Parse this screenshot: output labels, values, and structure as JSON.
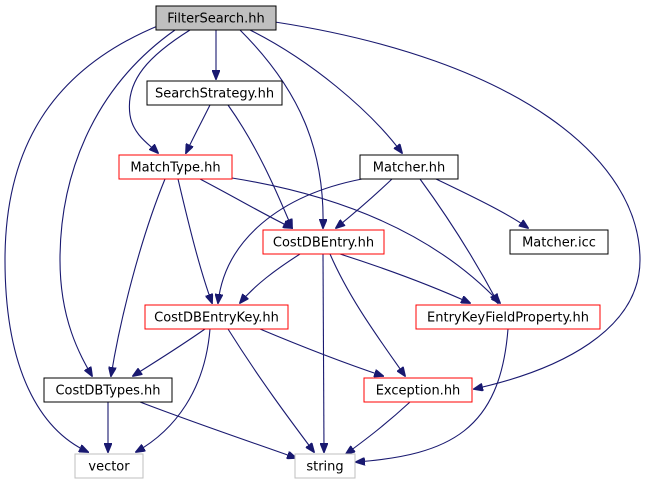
{
  "diagram": {
    "colors": {
      "edge": "#191970",
      "border_normal": "#000000",
      "border_red": "#ff0000",
      "border_gray": "#bfbfbf",
      "fill_root": "#bfbfbf",
      "fill_normal": "#ffffff"
    },
    "nodes": [
      {
        "id": "filtersearch",
        "label": "FilterSearch.hh",
        "style": "root"
      },
      {
        "id": "searchstrategy",
        "label": "SearchStrategy.hh",
        "style": "normal"
      },
      {
        "id": "matchtype",
        "label": "MatchType.hh",
        "style": "red"
      },
      {
        "id": "matcher",
        "label": "Matcher.hh",
        "style": "normal"
      },
      {
        "id": "costdbentry",
        "label": "CostDBEntry.hh",
        "style": "red"
      },
      {
        "id": "matchericc",
        "label": "Matcher.icc",
        "style": "normal"
      },
      {
        "id": "costdbentrykey",
        "label": "CostDBEntryKey.hh",
        "style": "red"
      },
      {
        "id": "entrykeyfieldproperty",
        "label": "EntryKeyFieldProperty.hh",
        "style": "red"
      },
      {
        "id": "costdbtypes",
        "label": "CostDBTypes.hh",
        "style": "normal"
      },
      {
        "id": "exception",
        "label": "Exception.hh",
        "style": "red"
      },
      {
        "id": "vector",
        "label": "vector",
        "style": "gray"
      },
      {
        "id": "string",
        "label": "string",
        "style": "gray"
      }
    ],
    "edges": [
      {
        "from": "filtersearch",
        "to": "searchstrategy"
      },
      {
        "from": "filtersearch",
        "to": "matchtype"
      },
      {
        "from": "filtersearch",
        "to": "matcher"
      },
      {
        "from": "filtersearch",
        "to": "costdbentry"
      },
      {
        "from": "filtersearch",
        "to": "costdbtypes"
      },
      {
        "from": "filtersearch",
        "to": "exception"
      },
      {
        "from": "filtersearch",
        "to": "vector"
      },
      {
        "from": "searchstrategy",
        "to": "matchtype"
      },
      {
        "from": "searchstrategy",
        "to": "costdbentry"
      },
      {
        "from": "matchtype",
        "to": "costdbentry"
      },
      {
        "from": "matchtype",
        "to": "costdbentrykey"
      },
      {
        "from": "matchtype",
        "to": "entrykeyfieldproperty"
      },
      {
        "from": "matchtype",
        "to": "costdbtypes"
      },
      {
        "from": "matcher",
        "to": "costdbentry"
      },
      {
        "from": "matcher",
        "to": "matchericc"
      },
      {
        "from": "matcher",
        "to": "entrykeyfieldproperty"
      },
      {
        "from": "matcher",
        "to": "costdbentrykey"
      },
      {
        "from": "costdbentry",
        "to": "costdbentrykey"
      },
      {
        "from": "costdbentry",
        "to": "entrykeyfieldproperty"
      },
      {
        "from": "costdbentry",
        "to": "exception"
      },
      {
        "from": "costdbentry",
        "to": "string"
      },
      {
        "from": "costdbentrykey",
        "to": "costdbtypes"
      },
      {
        "from": "costdbentrykey",
        "to": "exception"
      },
      {
        "from": "costdbentrykey",
        "to": "string"
      },
      {
        "from": "costdbentrykey",
        "to": "vector"
      },
      {
        "from": "entrykeyfieldproperty",
        "to": "string"
      },
      {
        "from": "costdbtypes",
        "to": "vector"
      },
      {
        "from": "costdbtypes",
        "to": "string"
      },
      {
        "from": "exception",
        "to": "string"
      }
    ]
  }
}
